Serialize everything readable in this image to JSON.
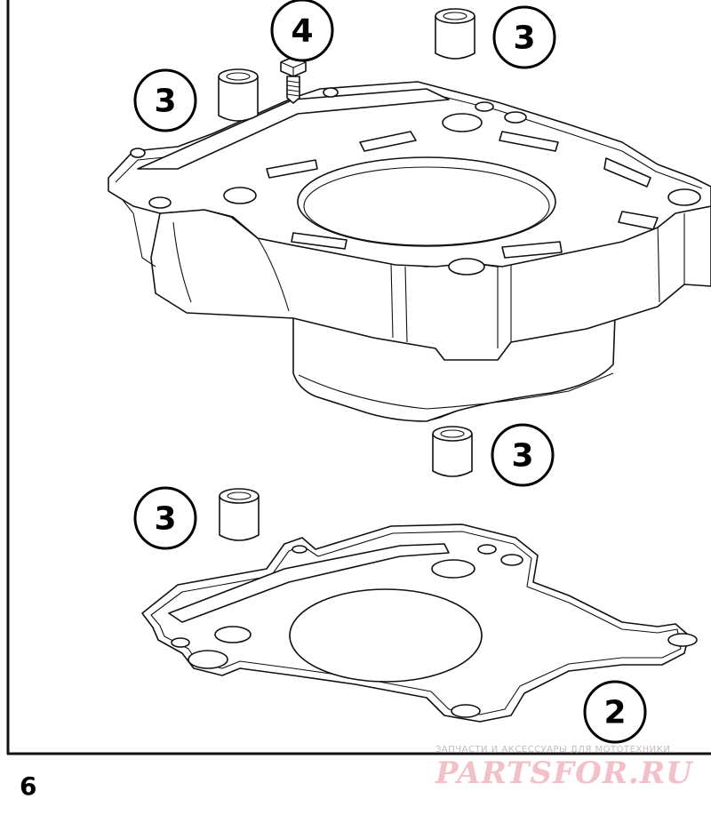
{
  "diagram": {
    "callouts": [
      {
        "label": "4"
      },
      {
        "label": "3"
      },
      {
        "label": "3"
      },
      {
        "label": "3"
      },
      {
        "label": "3"
      },
      {
        "label": "2"
      }
    ]
  },
  "footer": {
    "page_number": "6"
  },
  "watermark": {
    "subtitle": "ЗАПЧАСТИ И АКСЕССУАРЫ ДЛЯ МОТОТЕХНИКИ",
    "brand": "PARTSFOR.RU",
    "color": "#f2c0c6"
  }
}
